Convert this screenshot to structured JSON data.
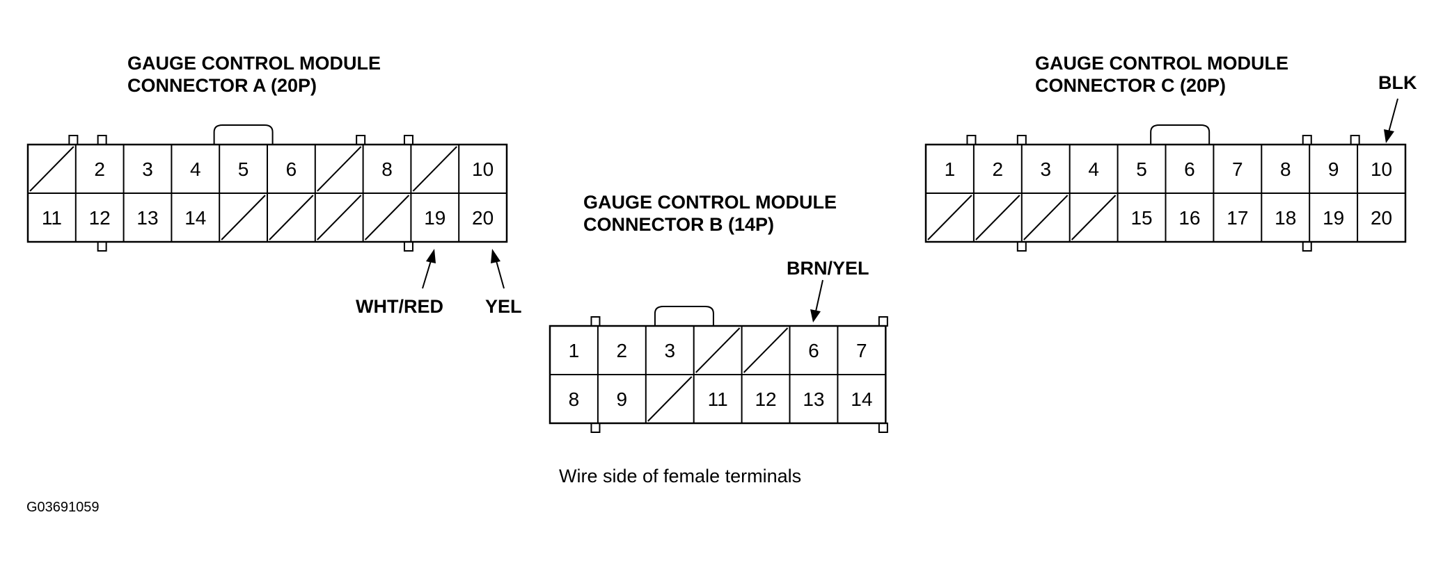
{
  "connectors": {
    "a": {
      "title_line1": "GAUGE CONTROL MODULE",
      "title_line2": "CONNECTOR A (20P)",
      "rows": [
        [
          "",
          "2",
          "3",
          "4",
          "5",
          "6",
          "",
          "8",
          "",
          "10"
        ],
        [
          "11",
          "12",
          "13",
          "14",
          "",
          "",
          "",
          "",
          "19",
          "20"
        ]
      ],
      "wires": [
        {
          "pin": "19",
          "label": "WHT/RED"
        },
        {
          "pin": "20",
          "label": "YEL"
        }
      ]
    },
    "b": {
      "title_line1": "GAUGE CONTROL MODULE",
      "title_line2": "CONNECTOR B (14P)",
      "rows": [
        [
          "1",
          "2",
          "3",
          "",
          "",
          "6",
          "7"
        ],
        [
          "8",
          "9",
          "",
          "11",
          "12",
          "13",
          "14"
        ]
      ],
      "wires": [
        {
          "pin": "6",
          "label": "BRN/YEL"
        }
      ]
    },
    "c": {
      "title_line1": "GAUGE CONTROL MODULE",
      "title_line2": "CONNECTOR C (20P)",
      "rows": [
        [
          "1",
          "2",
          "3",
          "4",
          "5",
          "6",
          "7",
          "8",
          "9",
          "10"
        ],
        [
          "",
          "",
          "",
          "",
          "15",
          "16",
          "17",
          "18",
          "19",
          "20"
        ]
      ],
      "wires": [
        {
          "pin": "10",
          "label": "BLK"
        }
      ]
    }
  },
  "note": "Wire side of female terminals",
  "figure_code": "G03691059"
}
